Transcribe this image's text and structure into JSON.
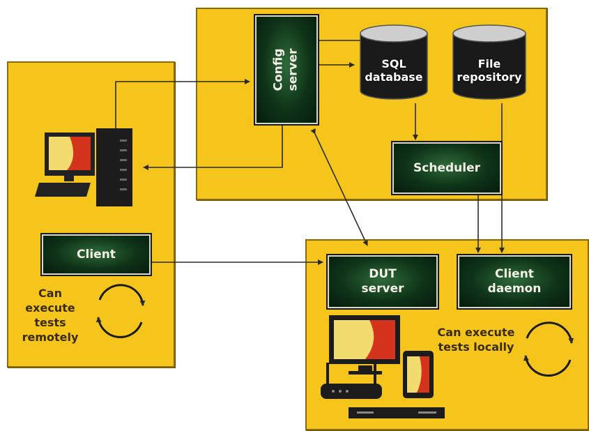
{
  "nodes": {
    "config_server": "Config\nserver",
    "sql_database": "SQL\ndatabase",
    "file_repository": "File\nrepository",
    "scheduler": "Scheduler",
    "client": "Client",
    "dut_server": "DUT\nserver",
    "client_daemon": "Client\ndaemon"
  },
  "captions": {
    "remote": "Can\nexecute\ntests\nremotely",
    "local": "Can execute\ntests locally"
  },
  "colors": {
    "panel": "#f6c51c",
    "node": "#0e3318",
    "arrow": "#2a2a2a"
  },
  "icons": [
    "desktop-computer-icon",
    "monitor-icon",
    "tablet-icon",
    "router-icon",
    "set-top-box-icon",
    "cycle-arrows-icon"
  ]
}
